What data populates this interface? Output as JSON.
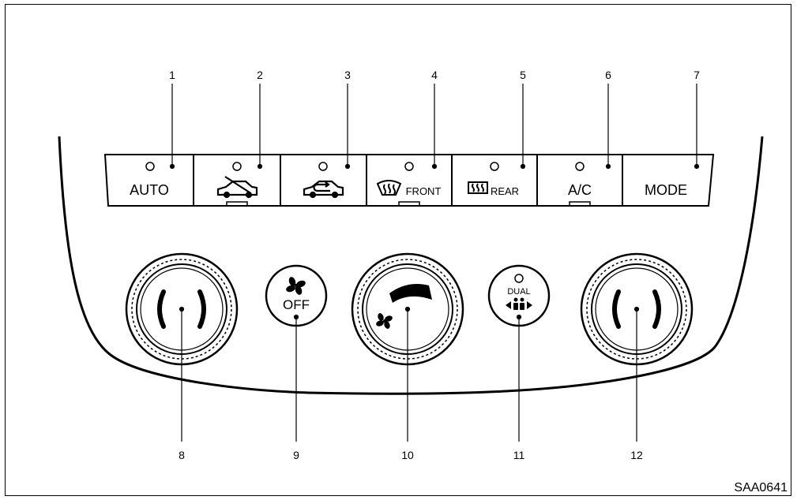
{
  "callouts": {
    "c1": "1",
    "c2": "2",
    "c3": "3",
    "c4": "4",
    "c5": "5",
    "c6": "6",
    "c7": "7",
    "c8": "8",
    "c9": "9",
    "c10": "10",
    "c11": "11",
    "c12": "12"
  },
  "buttons": {
    "auto": "AUTO",
    "front": "FRONT",
    "rear": "REAR",
    "ac": "A/C",
    "mode": "MODE",
    "fan_off": "OFF",
    "dual": "DUAL"
  },
  "icons": {
    "outside_air": "car-outside-air-icon",
    "recirc": "car-recirculation-icon",
    "front_defrost": "front-defroster-icon",
    "rear_defrost": "rear-defroster-icon",
    "fan": "fan-icon",
    "dual_arrows": "dual-arrows-icon"
  },
  "figure_code": "SAA0641"
}
